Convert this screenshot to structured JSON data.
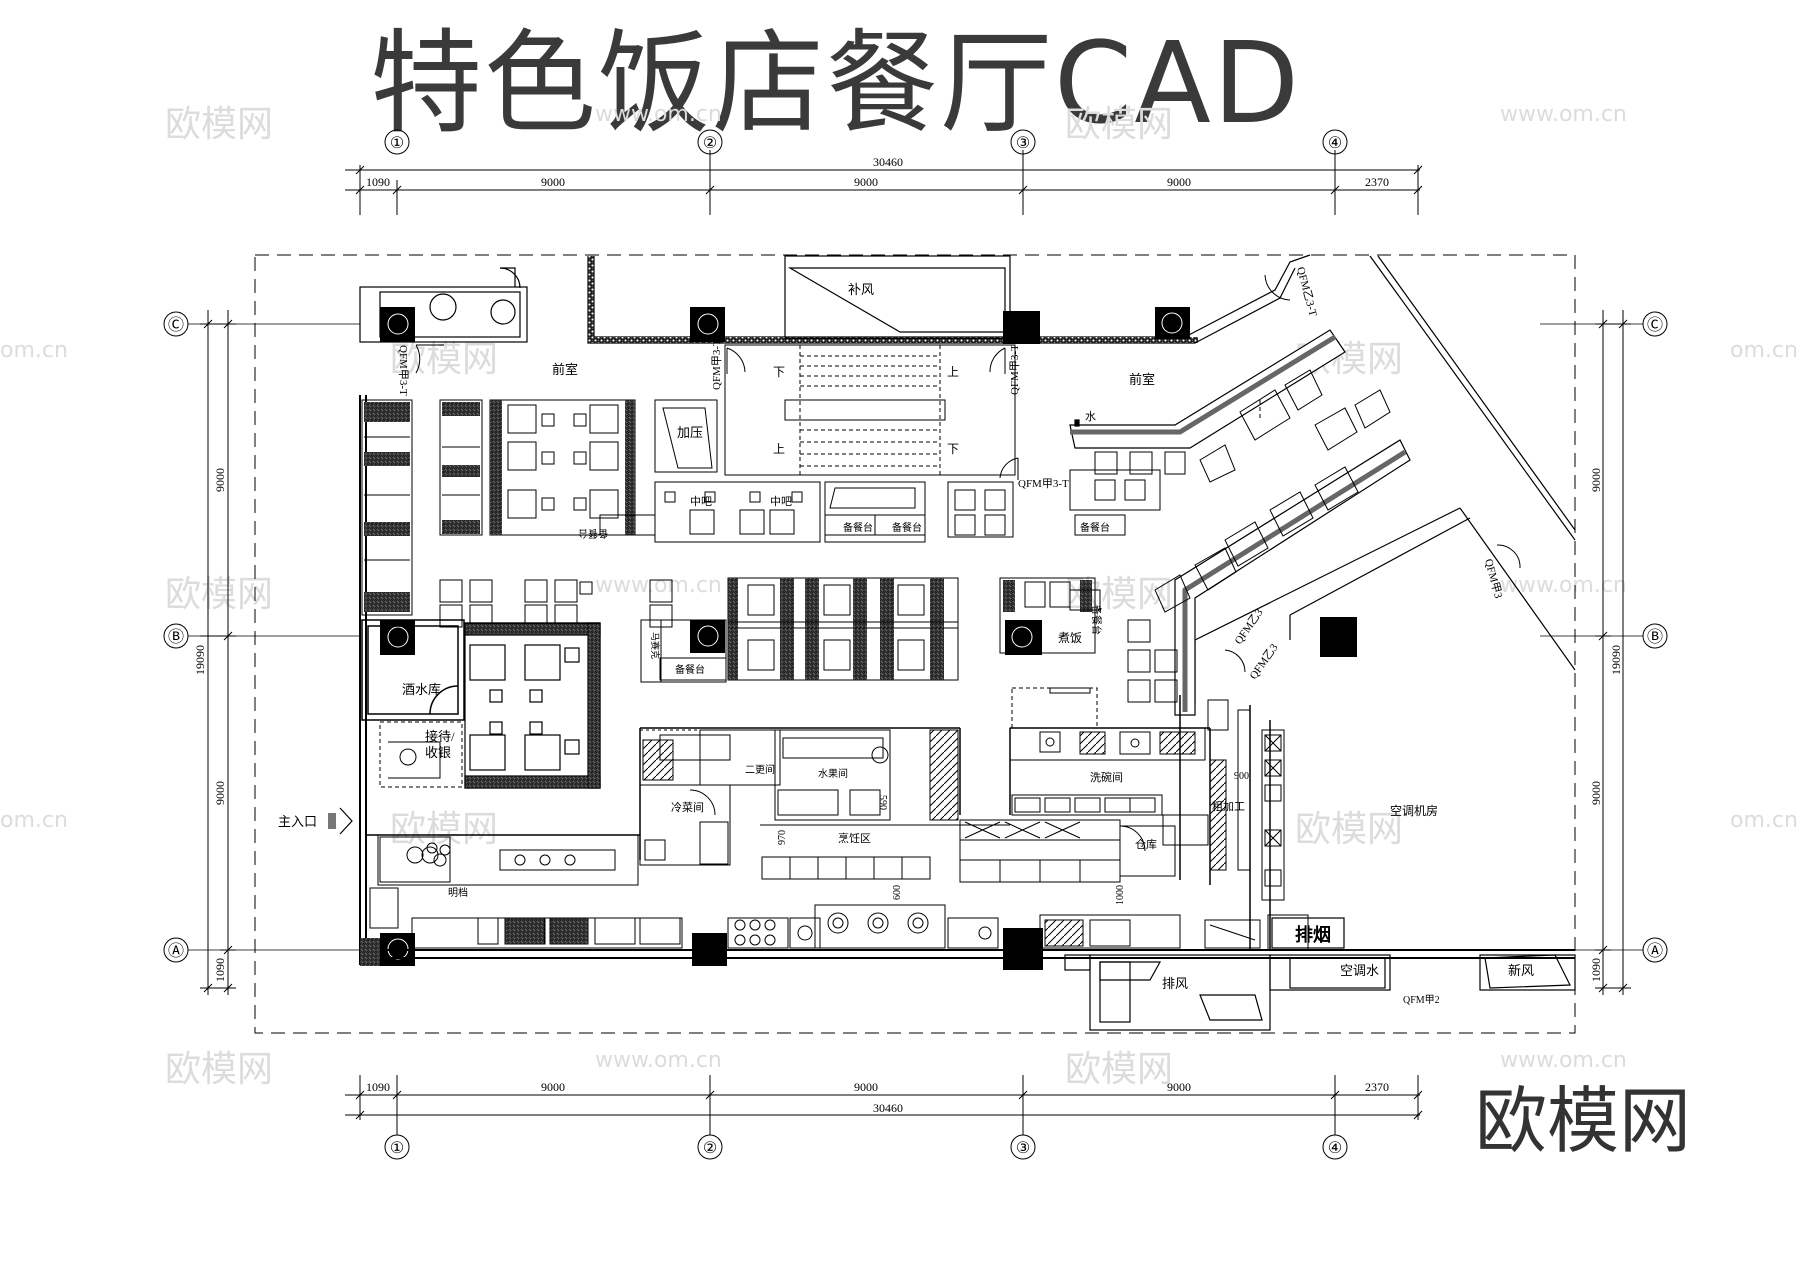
{
  "title": "特色饭店餐厅CAD",
  "brand": "欧模网",
  "watermarks": {
    "site_cn": "欧模网",
    "site_url": "www.om.cn",
    "site_url_short": "om.cn"
  },
  "axes": {
    "columns": [
      "①",
      "②",
      "③",
      "④"
    ],
    "rows": [
      "Ⓒ",
      "Ⓑ",
      "Ⓐ"
    ]
  },
  "dimensions": {
    "top_total": "30460",
    "top_segments": [
      "1090",
      "9000",
      "9000",
      "9000",
      "2370"
    ],
    "bottom_total": "30460",
    "bottom_segments": [
      "1090",
      "9000",
      "9000",
      "9000",
      "2370"
    ],
    "side_total": "19090",
    "side_segments": [
      "9000",
      "9000",
      "1090"
    ]
  },
  "rooms": {
    "bufeng": "补风",
    "qianshi_left": "前室",
    "qianshi_right": "前室",
    "jiaya": "加压",
    "stair_down_1": "下",
    "stair_up_1": "上",
    "stair_up_2": "上",
    "stair_down_2": "下",
    "zhongba_1": "中吧",
    "zhongba_2": "中吧",
    "beicantai_1": "备餐台",
    "beicantai_2": "备餐台",
    "beicantai_3": "备餐台",
    "beicantai_4": "备餐台",
    "beicantai_5": "备餐台",
    "beicantai_6": "备餐台",
    "zhufan": "煮饭",
    "jiushuiku": "酒水库",
    "jiedai": "接待/",
    "shouyin": "收银",
    "entrance": "主入口",
    "ercengjian": "二更间",
    "shuiguojian": "水果间",
    "lengcaijian": "冷菜间",
    "pengrenqu": "烹饪区",
    "xiwanjian": "洗碗间",
    "cangku": "仓库",
    "cujiagong": "粗加工",
    "kongtiao_jifang": "空调机房",
    "mingdang": "明档",
    "paiyan": "排烟",
    "paifeng": "排风",
    "kongtiaoshui": "空调水",
    "xinfeng": "新风",
    "machaoji": "马赛克",
    "shui": "水"
  },
  "door_tags": {
    "d1": "QFM甲3-T",
    "d2": "QFM甲3-T",
    "d3": "QFM甲3-T",
    "d4": "QFM乙3-T",
    "d5": "QFM甲3",
    "d6": "QFM乙3",
    "d7": "QFM乙3",
    "d8": "QFM甲2",
    "d9": "QFM甲3-T"
  },
  "small_dims": {
    "d900": "900",
    "d970": "970",
    "d600": "600",
    "d1000": "1000",
    "d590": "590"
  }
}
